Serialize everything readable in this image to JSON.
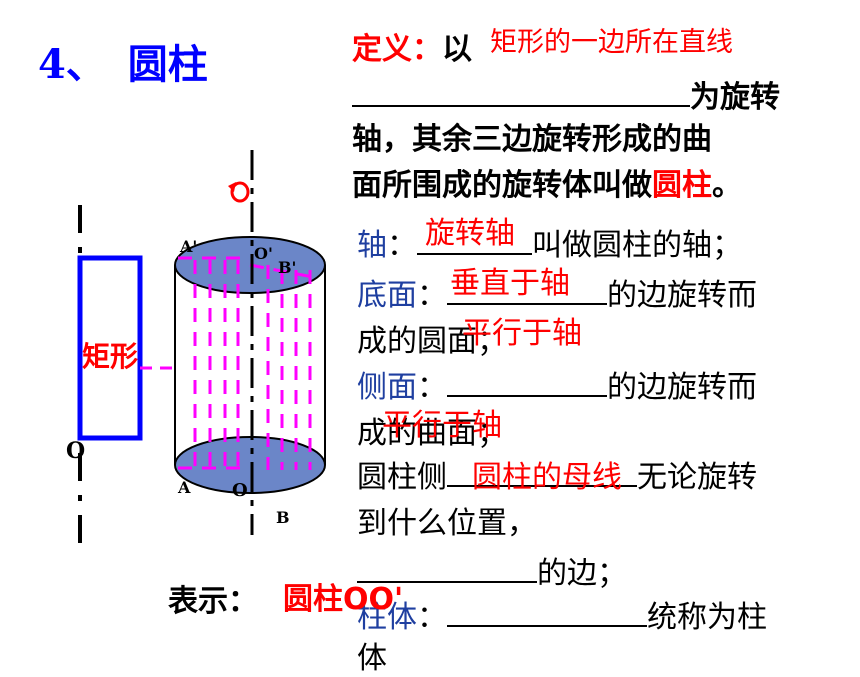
{
  "title": {
    "number": "4、",
    "name": "圆柱"
  },
  "definition": {
    "label": "定义：",
    "start": "以",
    "answer": "矩形的一边所在直线",
    "line1_end": "为旋转",
    "line2": "轴，其余三边旋转形成的曲",
    "line3": "面所围成的旋转体叫做",
    "term": "圆柱",
    "period": "。"
  },
  "items": {
    "axis": {
      "label": "轴",
      "colon": "：",
      "answer": "旋转轴",
      "rest": "叫做圆柱的轴；"
    },
    "base": {
      "label": "底面",
      "colon": "：",
      "answer": "垂直于轴",
      "rest": "的边旋转而",
      "line2": "成的圆面；"
    },
    "side": {
      "label": "侧面",
      "colon": "：",
      "answer_above": "平行于轴",
      "rest": "的边旋转而",
      "line2": "成的曲面；",
      "answer_below": "平行于轴"
    },
    "generatrix": {
      "text_start": "圆柱侧",
      "answer": "圆柱的母线",
      "text_end": "无论旋转",
      "line2": "到什么位置，",
      "line3": "的边；"
    },
    "cylinder_body": {
      "label": "柱体",
      "colon": "：",
      "rest": "统称为柱",
      "cut": "体"
    }
  },
  "notation": {
    "label": "表示：",
    "value": "圆柱OO'"
  },
  "figure": {
    "rect_label": "矩形",
    "labels": {
      "O_left": "O",
      "A_top": "A'",
      "O_top": "O'",
      "B_top": "B'",
      "A_bottom": "A",
      "O_bottom": "O",
      "B_bottom": "B"
    },
    "colors": {
      "rect": "#0000ff",
      "cylinder_fill": "#ffffff",
      "ellipse_fill": "#6b86c8",
      "pink": "#ff00ff",
      "axis": "#000000",
      "rotation": "#ff0000"
    }
  }
}
